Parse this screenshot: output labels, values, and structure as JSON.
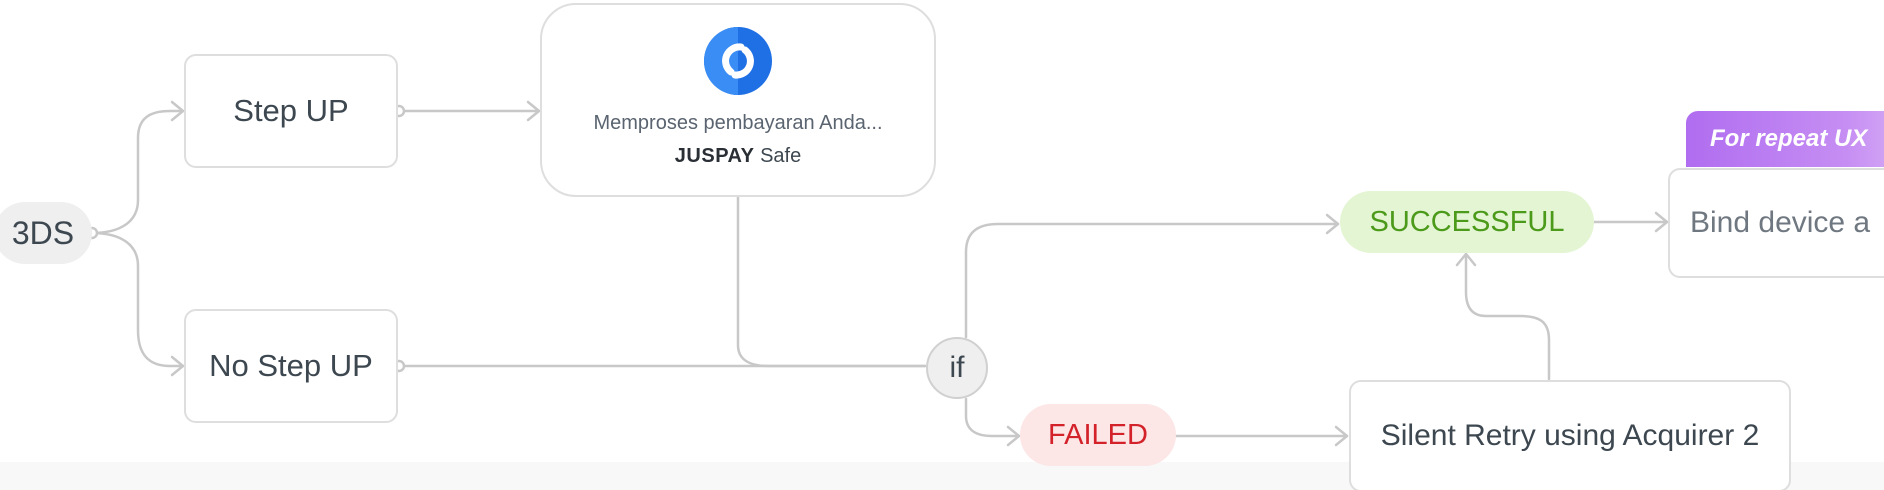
{
  "nodes": {
    "three_ds": "3DS",
    "step_up": "Step UP",
    "no_step_up": "No Step UP",
    "juspay_caption": "Memproses pembayaran Anda...",
    "juspay_brand_bold": "JUSPAY",
    "juspay_brand_light": "Safe",
    "if_label": "if",
    "successful": "SUCCESSFUL",
    "failed": "FAILED",
    "silent_retry": "Silent Retry using Acquirer 2",
    "bind_device": "Bind device a",
    "repeat_ux_tag": "For repeat UX"
  },
  "colors": {
    "connector": "#c8c8c8",
    "success_fill": "#e4f5d4",
    "success_text": "#4b9a1a",
    "failed_fill": "#fce6e6",
    "failed_text": "#d3222a",
    "tag_purple": "#b06df0",
    "juspay_blue": "#1f6fe5"
  },
  "icons": {
    "juspay_logo": "juspay-logo-icon"
  }
}
